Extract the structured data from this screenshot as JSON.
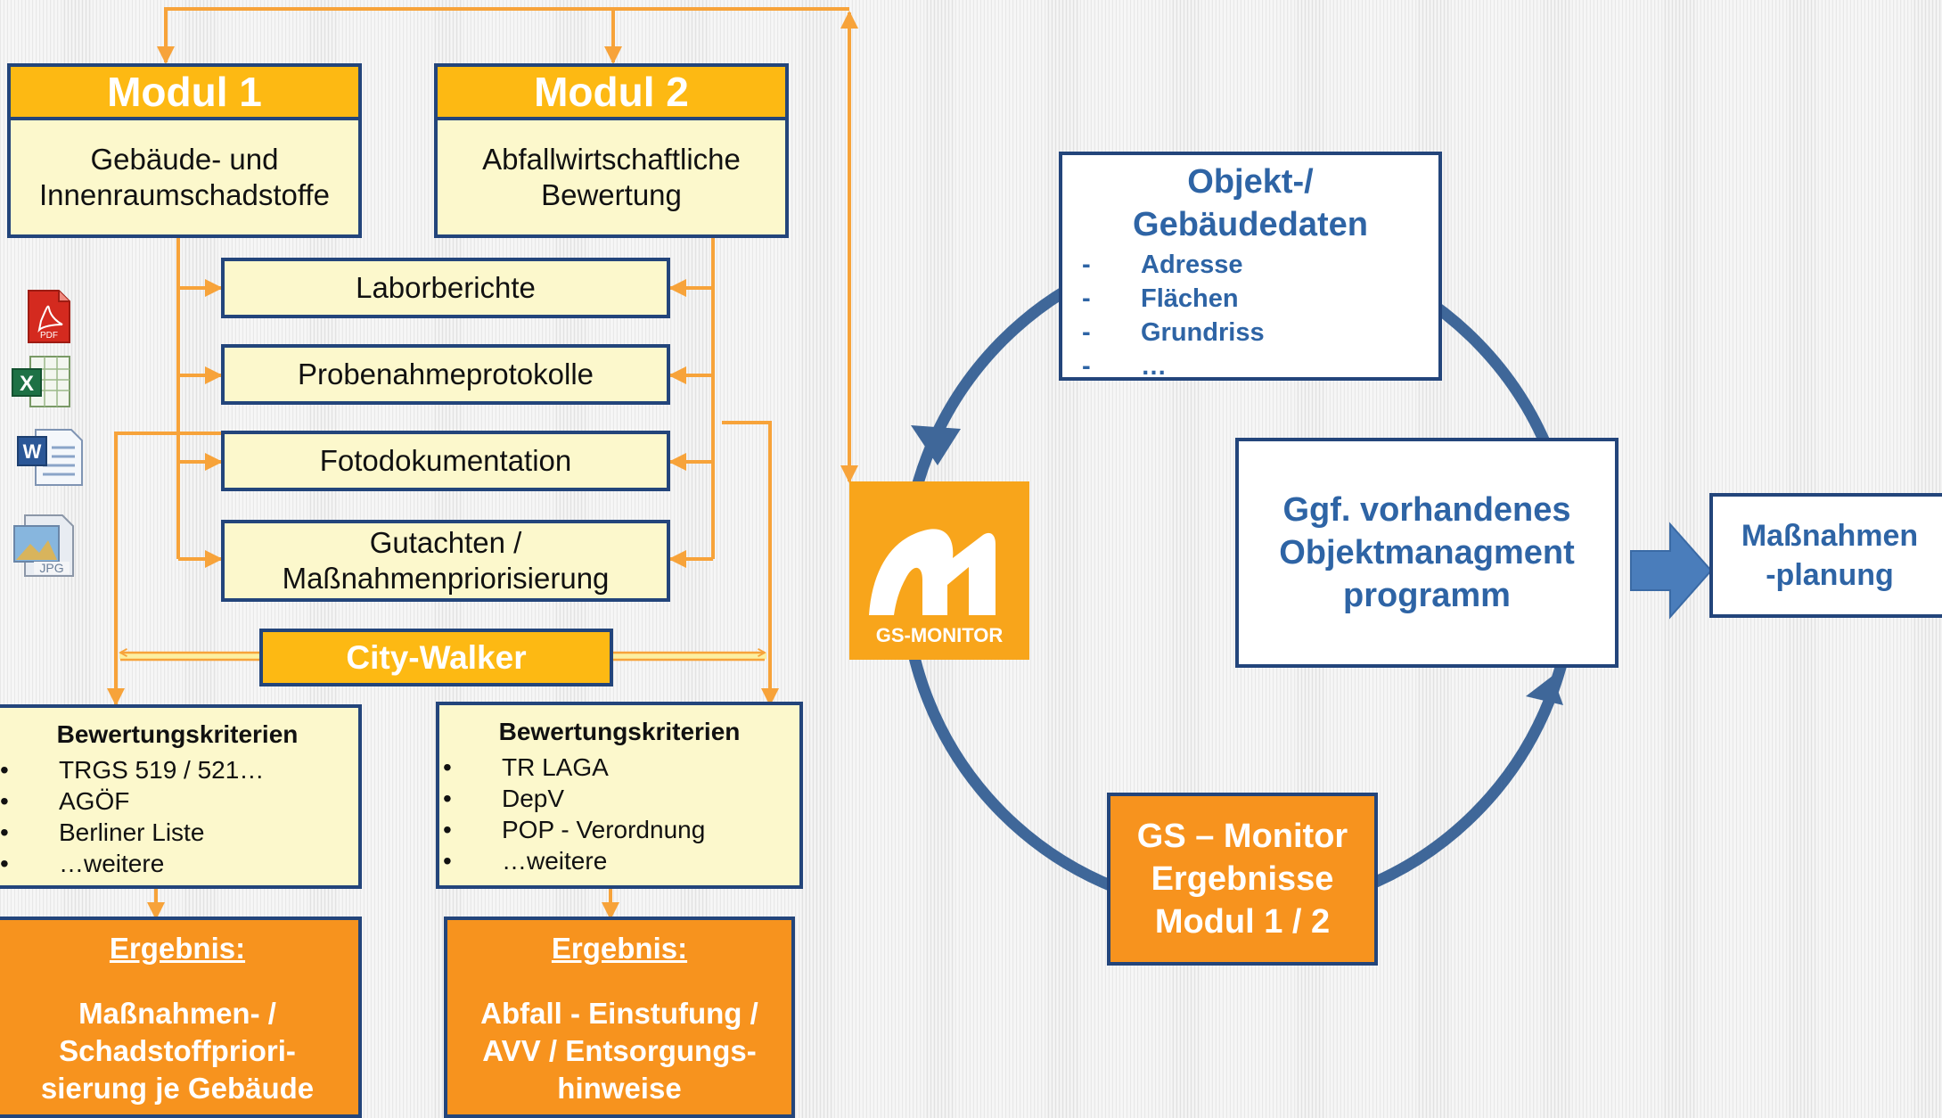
{
  "modul1": {
    "title": "Modul 1",
    "body": [
      "Gebäude- und",
      "Innenraumschadstoffe"
    ]
  },
  "modul2": {
    "title": "Modul 2",
    "body": [
      "Abfallwirtschaftliche",
      "Bewertung"
    ]
  },
  "documents": [
    "Laborberichte",
    "Probenahmeprotokolle",
    "Fotodokumentation",
    [
      "Gutachten /",
      "Maßnahmenpriorisierung"
    ]
  ],
  "city_walker": "City-Walker",
  "criteria_left": {
    "title": "Bewertungskriterien",
    "items": [
      "TRGS 519 / 521…",
      "AGÖF",
      "Berliner Liste",
      "…weitere"
    ]
  },
  "criteria_right": {
    "title": "Bewertungskriterien",
    "items": [
      "TR LAGA",
      "DepV",
      "POP - Verordnung",
      "…weitere"
    ]
  },
  "result_left": {
    "heading": "Ergebnis:",
    "body": [
      "Maßnahmen- /",
      "Schadstoffpriori-",
      "sierung je Gebäude"
    ]
  },
  "result_right": {
    "heading": "Ergebnis:",
    "body": [
      "Abfall - Einstufung /",
      "AVV / Entsorgungs-",
      "hinweise"
    ]
  },
  "file_icons": [
    {
      "icon": "pdf-file-icon",
      "label": "PDF"
    },
    {
      "icon": "excel-file-icon",
      "label": "X"
    },
    {
      "icon": "word-file-icon",
      "label": "W"
    },
    {
      "icon": "jpg-file-icon",
      "label": "JPG"
    }
  ],
  "logo": {
    "label": "GS-MONITOR",
    "color": "#f8a51b"
  },
  "object_data": {
    "title": [
      "Objekt-/",
      "Gebäudedaten"
    ],
    "items": [
      "Adresse",
      "Flächen",
      "Grundriss",
      "…"
    ]
  },
  "object_management": [
    "Ggf. vorhandenes",
    "Objektmanagment",
    "programm"
  ],
  "gs_results": [
    "GS – Monitor",
    "Ergebnisse",
    "Modul 1 / 2"
  ],
  "planning": [
    "Maßnahmen",
    "-planung"
  ],
  "colors": {
    "arrow_orange": "#f7a33a",
    "navy_border": "#23457b",
    "cycle_blue": "#3f6799",
    "header_yellow": "#fdb913",
    "result_orange": "#f7931e",
    "light_yellow": "#fcf8cc",
    "text_blue": "#2e64a5"
  }
}
